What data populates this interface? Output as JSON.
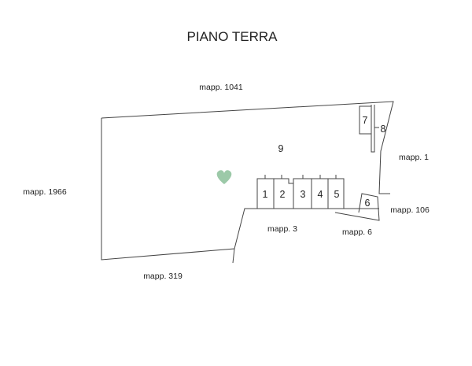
{
  "title": "PIANO TERRA",
  "parcels": {
    "north": "mapp. 1041",
    "west": "mapp. 1966",
    "south": "mapp. 319",
    "courtyard": "mapp. 3",
    "east": "mapp. 1",
    "east_lower": "mapp. 106",
    "southeast": "mapp. 6"
  },
  "units": {
    "u1": "1",
    "u2": "2",
    "u3": "3",
    "u4": "4",
    "u5": "5",
    "u6": "6",
    "u7": "7",
    "u8": "8",
    "u9": "9"
  },
  "colors": {
    "heart": "#9cc9a8",
    "stroke": "#444444"
  },
  "icon": "heart-icon"
}
